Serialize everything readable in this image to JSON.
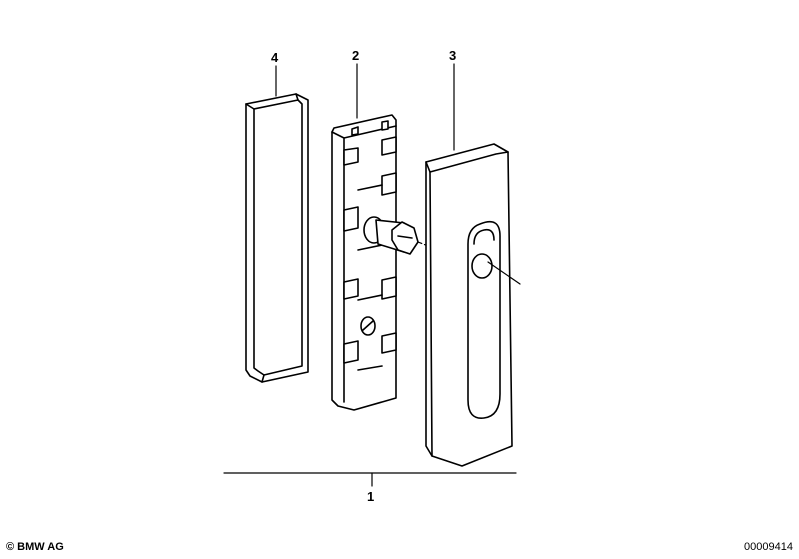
{
  "callouts": {
    "item_1": "1",
    "item_2": "2",
    "item_3": "3",
    "item_4": "4"
  },
  "footer": {
    "copyright": "© BMW AG",
    "diagram_id": "00009414"
  },
  "parts": [
    {
      "callout": "4",
      "icon": "gasket-frame-icon"
    },
    {
      "callout": "2",
      "icon": "hinge-bracket-icon"
    },
    {
      "callout": "3",
      "icon": "handle-housing-icon"
    }
  ],
  "colors": {
    "line": "#000000",
    "background": "#ffffff",
    "fill": "#ffffff"
  }
}
